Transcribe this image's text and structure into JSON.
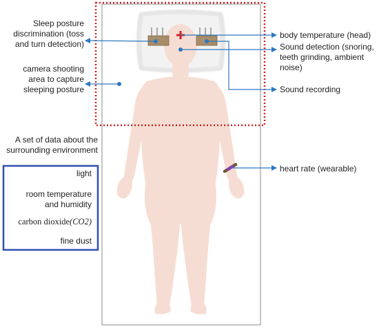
{
  "labels": {
    "sleep_posture": "Sleep posture discrimination (toss and turn detection)",
    "camera": "camera shooting area to capture sleeping posture",
    "surrounding": "A set of data about the surrounding environment",
    "body_temp": "body temperature (head)",
    "sound_detection": "Sound detection (snoring, teeth grinding, ambient noise)",
    "sound_recording": "Sound recording",
    "heart_rate": "heart rate (wearable)"
  },
  "environment": {
    "light": "light",
    "temp_humidity": "room temperature and humidity",
    "co2": "carbon dioxide",
    "co2_formula": "(CO2)",
    "fine_dust": "fine dust"
  },
  "colors": {
    "body": "#f6ddd3",
    "pillow": "#ececec",
    "sensor": "#a98d6a",
    "arrow": "#2e78c0",
    "dotted_frame": "#cc1f1f",
    "env_box": "#2f4fb0",
    "temp_marker": "#d2232a"
  }
}
